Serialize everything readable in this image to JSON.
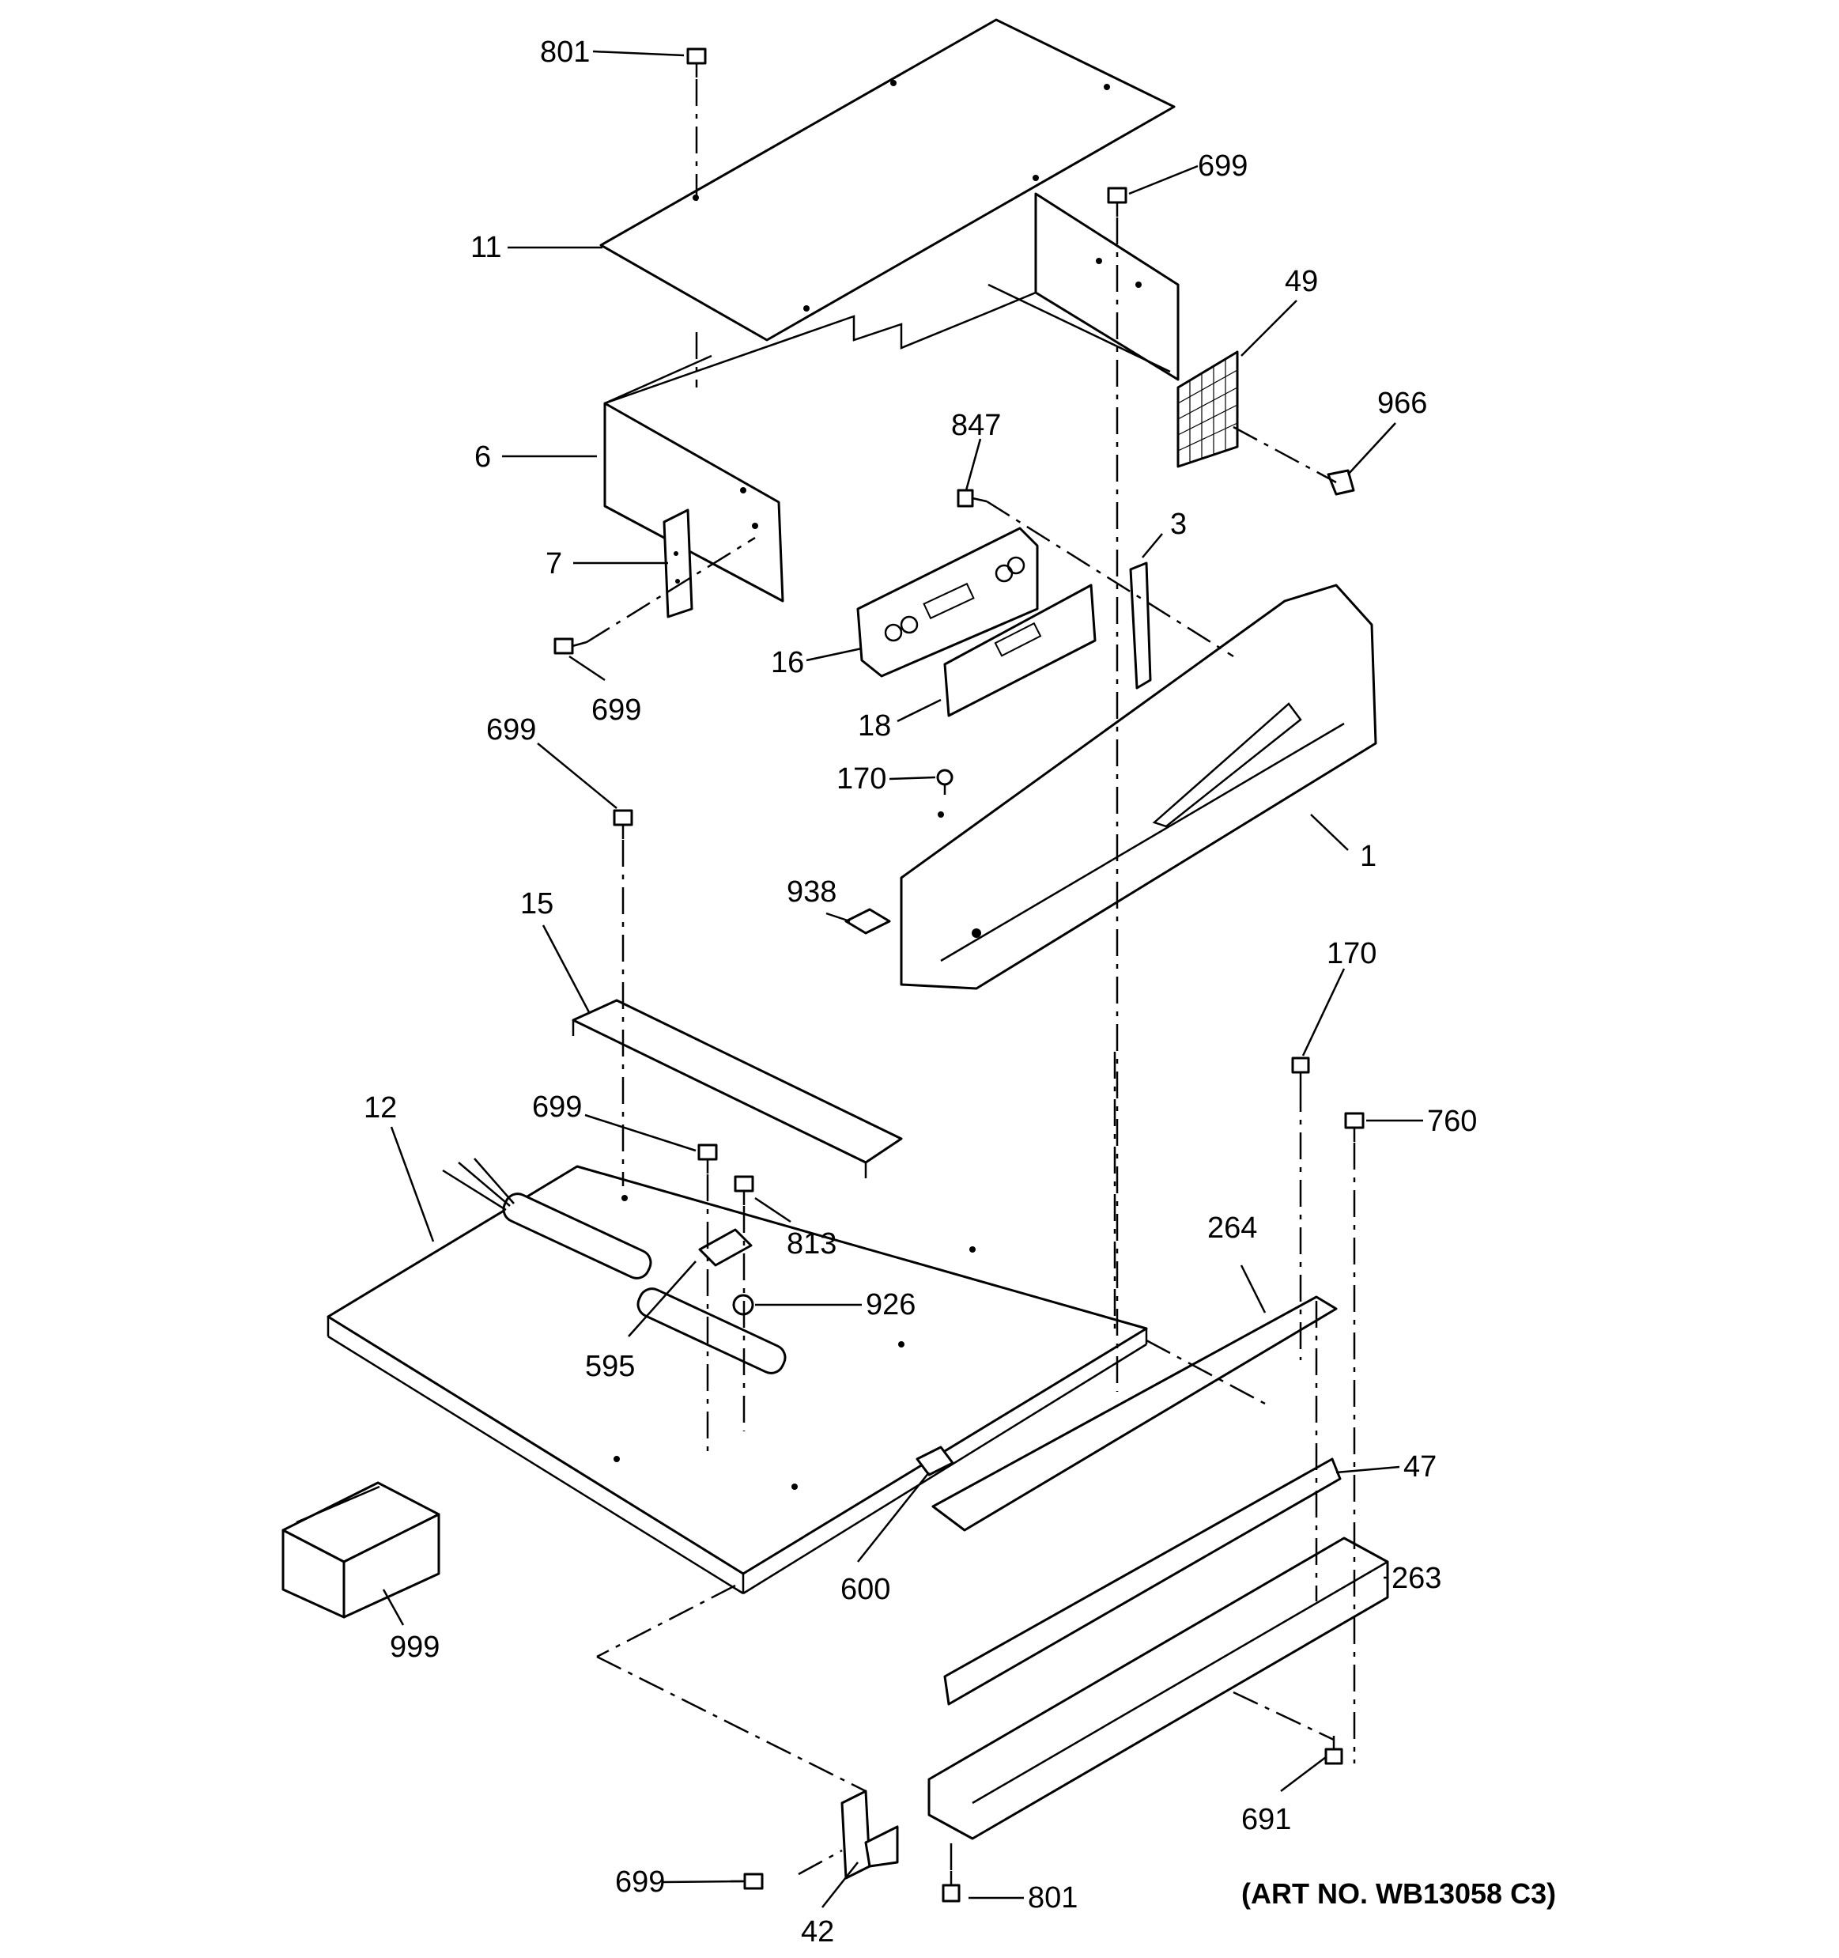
{
  "art_number": "(ART NO. WB13058 C3)",
  "callouts": [
    {
      "name": "801-top",
      "text": "801"
    },
    {
      "name": "699-upper-right",
      "text": "699"
    },
    {
      "name": "11",
      "text": "11"
    },
    {
      "name": "49",
      "text": "49"
    },
    {
      "name": "966",
      "text": "966"
    },
    {
      "name": "6",
      "text": "6"
    },
    {
      "name": "847",
      "text": "847"
    },
    {
      "name": "3",
      "text": "3"
    },
    {
      "name": "7",
      "text": "7"
    },
    {
      "name": "16",
      "text": "16"
    },
    {
      "name": "699-left-upper",
      "text": "699"
    },
    {
      "name": "18",
      "text": "18"
    },
    {
      "name": "699-left-mid",
      "text": "699"
    },
    {
      "name": "170-upper",
      "text": "170"
    },
    {
      "name": "1",
      "text": "1"
    },
    {
      "name": "15",
      "text": "15"
    },
    {
      "name": "938",
      "text": "938"
    },
    {
      "name": "170-right",
      "text": "170"
    },
    {
      "name": "12",
      "text": "12"
    },
    {
      "name": "699-center",
      "text": "699"
    },
    {
      "name": "760",
      "text": "760"
    },
    {
      "name": "813",
      "text": "813"
    },
    {
      "name": "264",
      "text": "264"
    },
    {
      "name": "926",
      "text": "926"
    },
    {
      "name": "595",
      "text": "595"
    },
    {
      "name": "47",
      "text": "47"
    },
    {
      "name": "263",
      "text": "263"
    },
    {
      "name": "600",
      "text": "600"
    },
    {
      "name": "999",
      "text": "999"
    },
    {
      "name": "691",
      "text": "691"
    },
    {
      "name": "699-bottom",
      "text": "699"
    },
    {
      "name": "801-bottom",
      "text": "801"
    },
    {
      "name": "42",
      "text": "42"
    }
  ]
}
